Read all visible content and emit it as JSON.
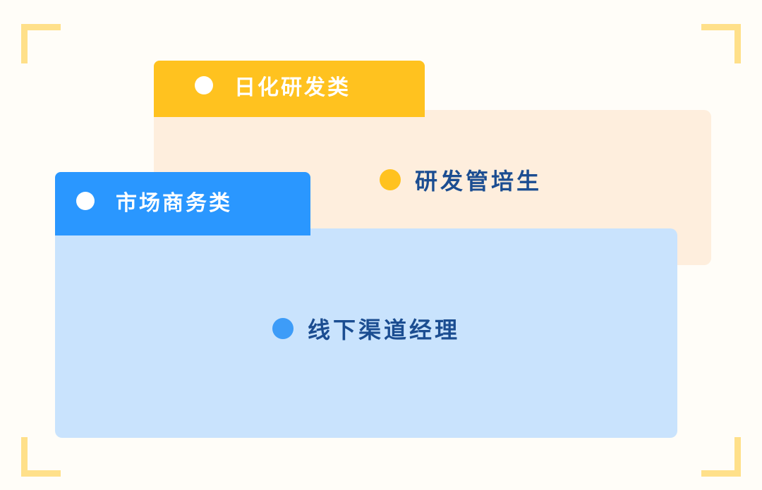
{
  "colors": {
    "background": "#fffdf8",
    "corner_bracket": "#ffe08a",
    "rd_tab": "#ffc21f",
    "rd_panel": "#feeedd",
    "marketing_tab": "#2a97ff",
    "marketing_panel": "#c9e3fd",
    "item_text": "#1b4d91"
  },
  "categories": [
    {
      "label": "日化研发类",
      "items": [
        "研发管培生"
      ]
    },
    {
      "label": "市场商务类",
      "items": [
        "线下渠道经理"
      ]
    }
  ]
}
